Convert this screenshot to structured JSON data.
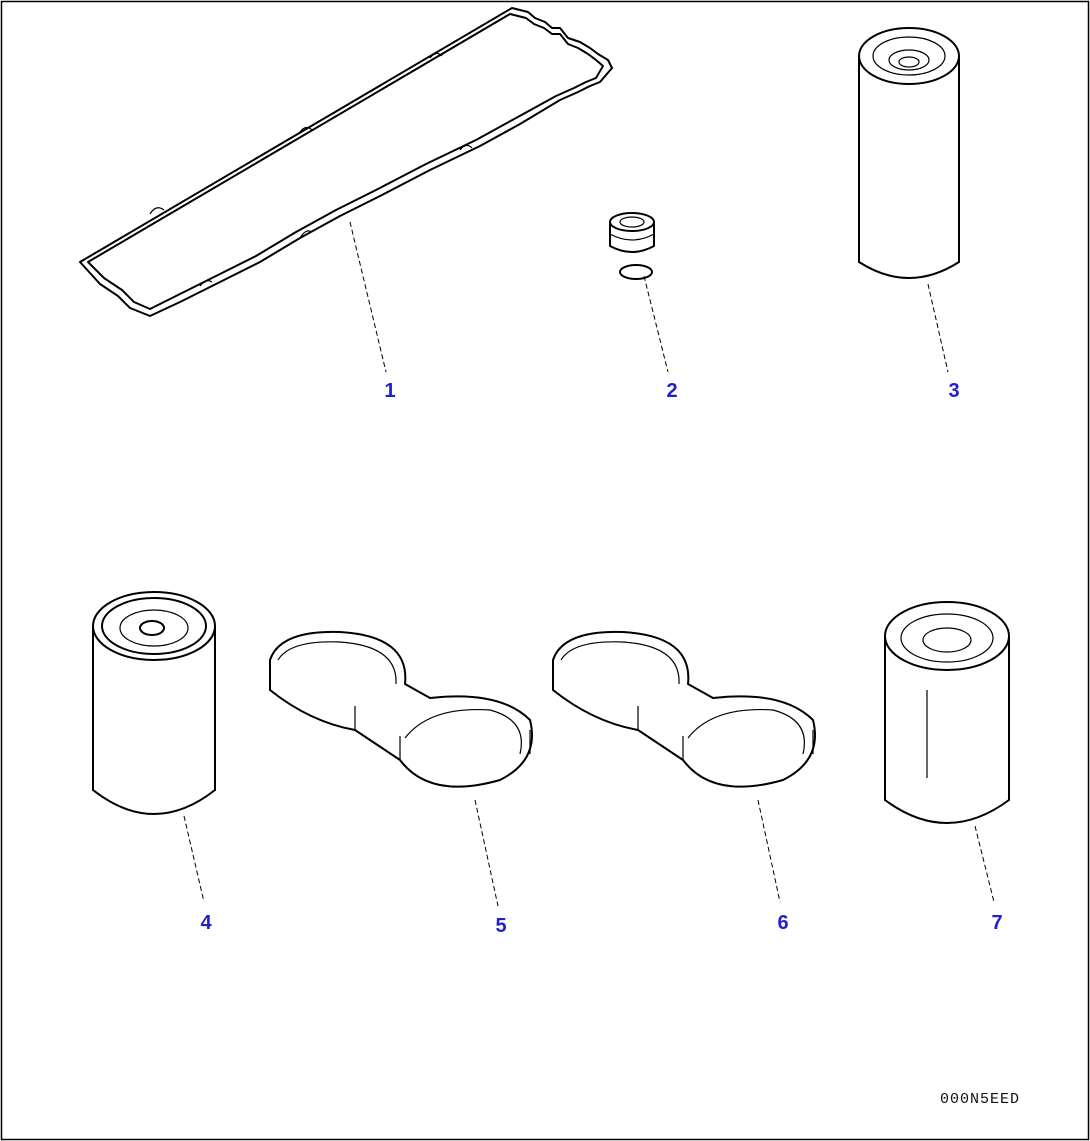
{
  "callouts": {
    "c1": "1",
    "c2": "2",
    "c3": "3",
    "c4": "4",
    "c5": "5",
    "c6": "6",
    "c7": "7"
  },
  "drawing_code": "000N5EED",
  "colors": {
    "callout": "#1f1fcf",
    "line": "#000000",
    "background": "#ffffff"
  }
}
